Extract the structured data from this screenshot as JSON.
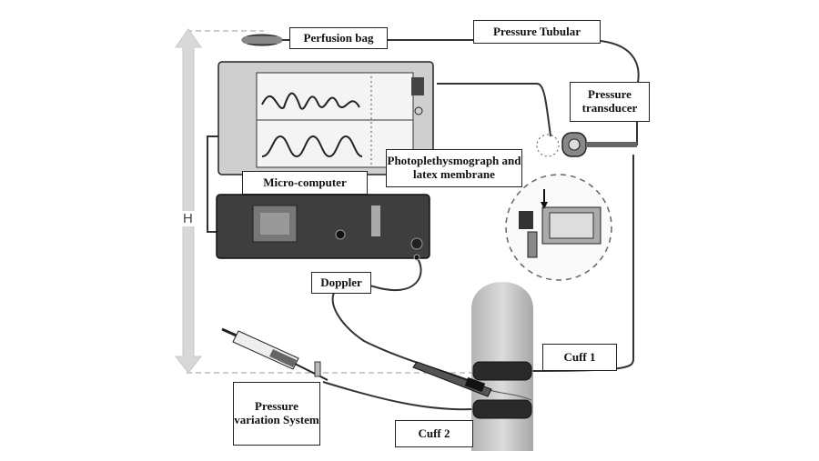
{
  "labels": {
    "perfusion_bag": "Perfusion bag",
    "pressure_tubular": "Pressure Tubular",
    "pressure_transducer": "Pressure transducer",
    "photoplethysmograph": "Photoplethysmograph and latex membrane",
    "micro_computer": "Micro-computer",
    "doppler": "Doppler",
    "cuff1": "Cuff 1",
    "cuff2": "Cuff 2",
    "pressure_variation": "Pressure variation System",
    "height": "H"
  }
}
